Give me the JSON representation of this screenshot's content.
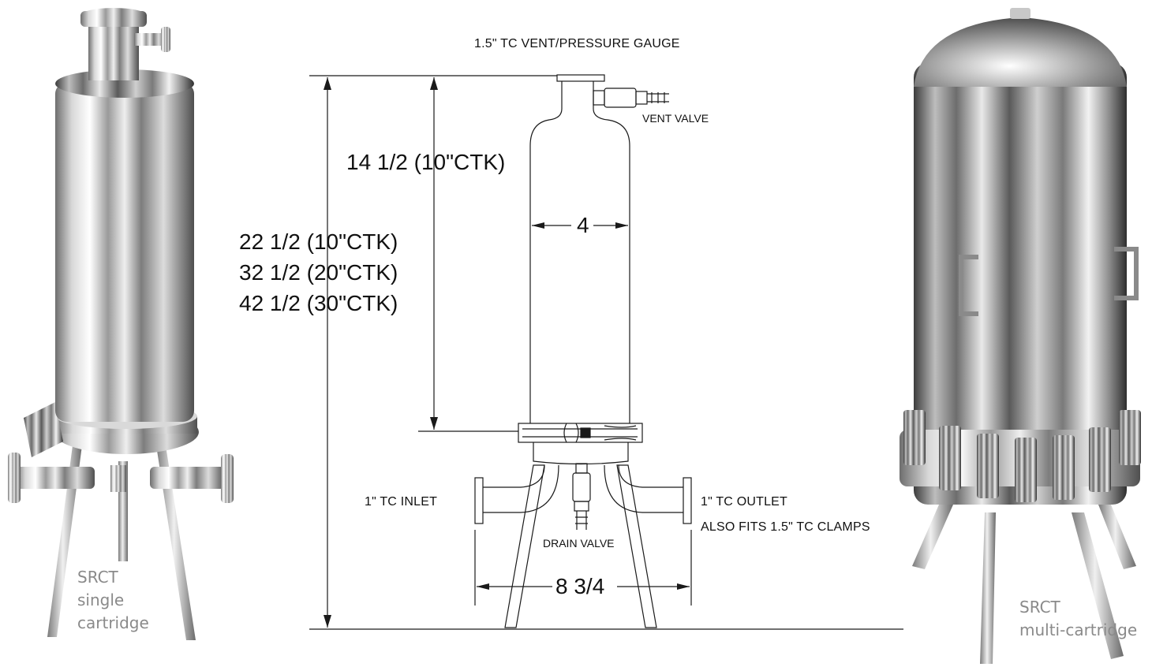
{
  "labels": {
    "top_vent": "1.5\" TC VENT/PRESSURE GAUGE",
    "vent_valve": "VENT VALVE",
    "dim_14": "14 1/2 (10\"CTK)",
    "dim_4": "4",
    "dim_22": "22 1/2 (10\"CTK)",
    "dim_32": "32 1/2 (20\"CTK)",
    "dim_42": "42 1/2 (30\"CTK)",
    "inlet": "1\" TC INLET",
    "outlet": "1\" TC OUTLET",
    "clamps": "ALSO FITS 1.5\" TC CLAMPS",
    "drain_valve": "DRAIN VALVE",
    "dim_8": "8 3/4"
  },
  "captions": {
    "left": [
      "SRCT",
      "single",
      "cartridge"
    ],
    "right": [
      "SRCT",
      "multi-cartridge"
    ]
  },
  "colors": {
    "line": "#1a1a1a",
    "caption": "#8a8a8a",
    "steel_light": "#f4f4f4",
    "steel_dark": "#5a5a5a"
  }
}
